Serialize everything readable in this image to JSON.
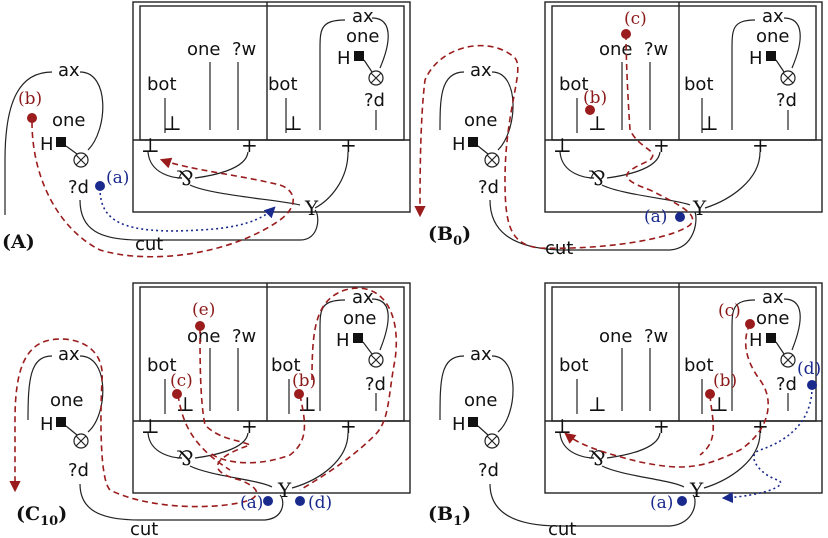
{
  "labels": {
    "ax": "ax",
    "one": "one",
    "bot": "bot",
    "w": "?w",
    "d": "?d",
    "H": "H",
    "cut": "cut",
    "bottom": "⊥",
    "par": "⅋",
    "plus": "+",
    "tensor_y": "Y"
  },
  "panels": {
    "A": "(A)",
    "B0": "(B",
    "B0_sub": "0",
    "C10": "(C",
    "C10_sub": "10",
    "B1": "(B",
    "B1_sub": "1"
  },
  "markers": {
    "a": "(a)",
    "b": "(b)",
    "c": "(c)",
    "d": "(d)",
    "e": "(e)"
  },
  "colors": {
    "path_red": "#9b1c1c",
    "path_blue": "#1a2a8c"
  }
}
